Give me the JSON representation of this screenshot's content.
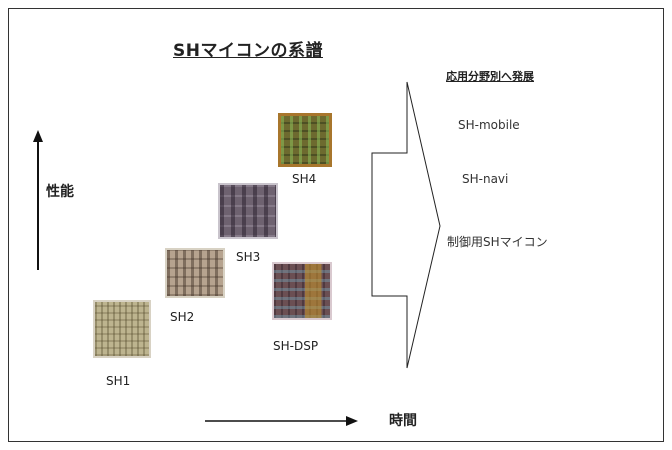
{
  "title": "SHマイコンの系譜",
  "axes": {
    "y_label": "性能",
    "x_label": "時間"
  },
  "chips": [
    {
      "label": "SH1"
    },
    {
      "label": "SH2"
    },
    {
      "label": "SH3"
    },
    {
      "label": "SH4"
    },
    {
      "label": "SH-DSP"
    }
  ],
  "applications": {
    "title": "応用分野別へ発展",
    "items": [
      "SH-mobile",
      "SH-navi",
      "制御用SHマイコン"
    ]
  },
  "colors": {
    "sh1": "#bdb48f",
    "sh2": "#b6a38f",
    "sh3": "#6e6270",
    "sh4": "#6d6a2f",
    "shdsp": "#6b4f53"
  }
}
